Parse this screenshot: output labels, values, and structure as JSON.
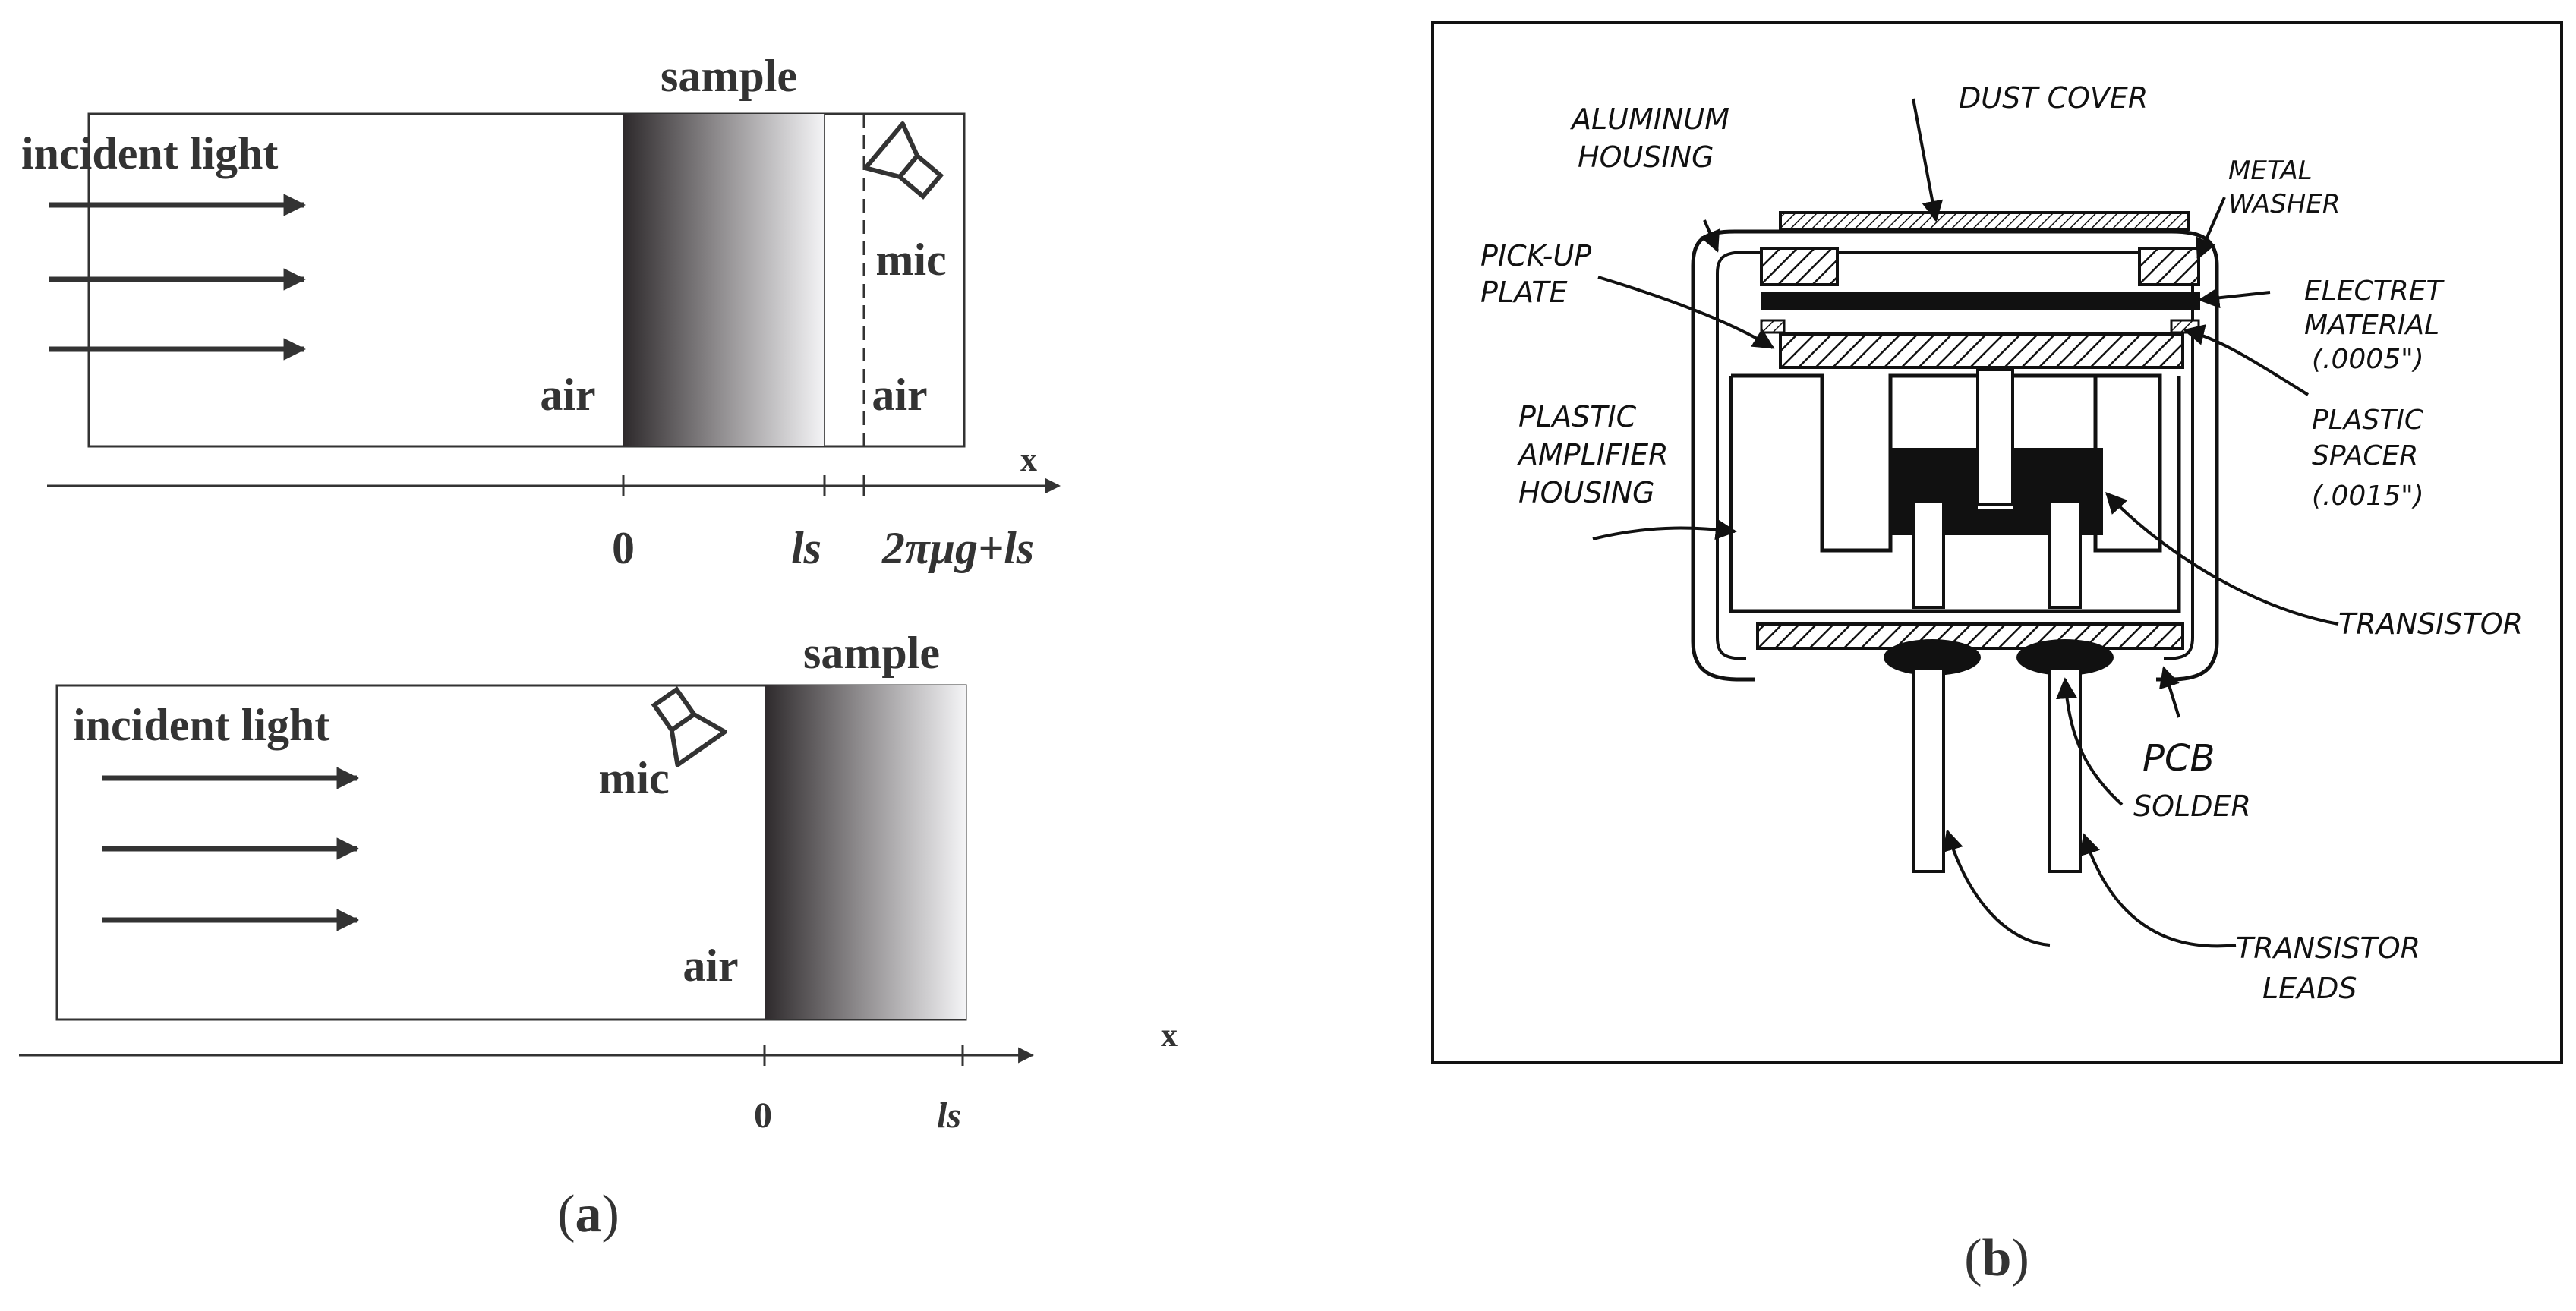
{
  "panel_a": {
    "top": {
      "title": "sample",
      "incident": "incident light",
      "mic": "mic",
      "air_left": "air",
      "air_right": "air",
      "axis_label": "x",
      "ticks": [
        "0",
        "ls",
        "2πμg+ls"
      ]
    },
    "bottom": {
      "title": "sample",
      "incident": "incident light",
      "mic": "mic",
      "air": "air",
      "axis_label": "x",
      "ticks": [
        "0",
        "ls"
      ]
    },
    "caption_open": "(",
    "caption_letter": "a",
    "caption_close": ")"
  },
  "panel_b": {
    "labels": {
      "dust_cover": "DUST COVER",
      "aluminum_1": "ALUMINUM",
      "aluminum_2": "HOUSING",
      "metal_1": "METAL",
      "metal_2": "WASHER",
      "pickup_1": "PICK-UP",
      "pickup_2": "PLATE",
      "electret_1": "ELECTRET",
      "electret_2": "MATERIAL",
      "electret_3": "(.0005\")",
      "plastic_amp_1": "PLASTIC",
      "plastic_amp_2": "AMPLIFIER",
      "plastic_amp_3": "HOUSING",
      "spacer_1": "PLASTIC",
      "spacer_2": "SPACER",
      "spacer_3": "(.0015\")",
      "transistor": "TRANSISTOR",
      "pcb": "PCB",
      "solder": "SOLDER",
      "leads_1": "TRANSISTOR",
      "leads_2": "LEADS"
    },
    "caption_open": "(",
    "caption_letter": "b",
    "caption_close": ")"
  },
  "colors": {
    "text": "#333333",
    "line": "#333333",
    "gradient_dark": "#2e2a2c",
    "gradient_light": "#f4f4f6"
  }
}
